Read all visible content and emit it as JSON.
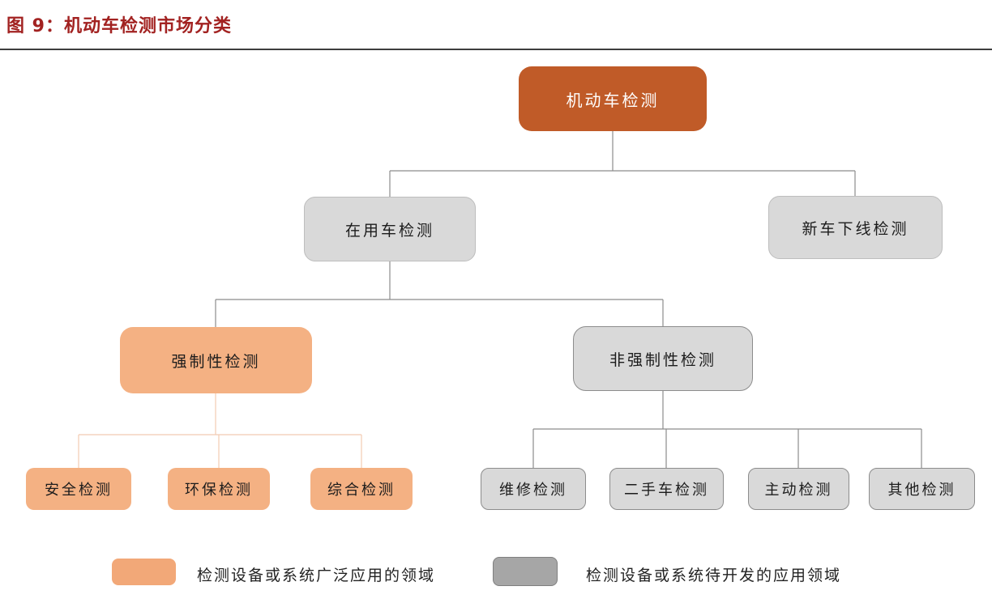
{
  "figure": {
    "title": "图 9：机动车检测市场分类"
  },
  "tree": {
    "root": {
      "label": "机动车检测"
    },
    "level2": [
      {
        "label": "在用车检测"
      },
      {
        "label": "新车下线检测"
      }
    ],
    "level3": [
      {
        "label": "强制性检测"
      },
      {
        "label": "非强制性检测"
      }
    ],
    "mandatory_children": [
      {
        "label": "安全检测"
      },
      {
        "label": "环保检测"
      },
      {
        "label": "综合检测"
      }
    ],
    "nonmandatory_children": [
      {
        "label": "维修检测"
      },
      {
        "label": "二手车检测"
      },
      {
        "label": "主动检测"
      },
      {
        "label": "其他检测"
      }
    ]
  },
  "legend": {
    "items": [
      {
        "swatch": "orange",
        "label": "检测设备或系统广泛应用的领域"
      },
      {
        "swatch": "gray",
        "label": "检测设备或系统待开发的应用领域"
      }
    ]
  },
  "colors": {
    "title_red": "#A22221",
    "root_fill": "#C05B28",
    "highlight_fill": "#F4B183",
    "gray_fill": "#D9D9D9",
    "gray_border": "#8C8C8C",
    "legend_orange": "#F2A878",
    "legend_gray": "#A6A6A6",
    "connector_gray": "#8C8C8C",
    "connector_peach": "#F2CBB2"
  }
}
